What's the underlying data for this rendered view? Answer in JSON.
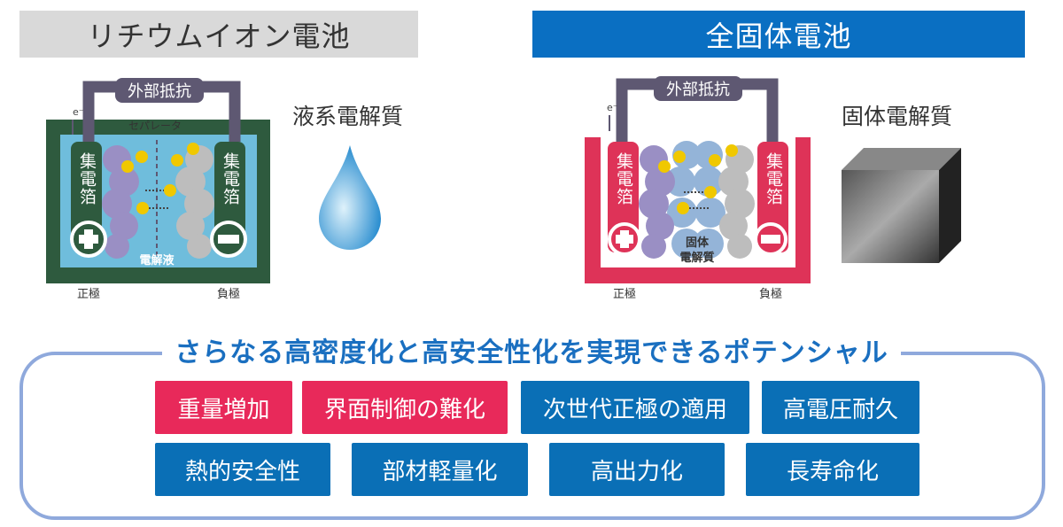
{
  "headers": {
    "lithium_ion": "リチウムイオン電池",
    "all_solid": "全固体電池"
  },
  "left": {
    "external_resistance": "外部抵抗",
    "electron": "e⁻",
    "separator": "セパレータ",
    "collector": "集電箔",
    "electrolyte": "電解液",
    "positive": "正極",
    "negative": "負極",
    "type_label": "液系電解質"
  },
  "right": {
    "external_resistance": "外部抵抗",
    "electron": "e⁻",
    "collector": "集電箔",
    "electrolyte_line1": "固体",
    "electrolyte_line2": "電解質",
    "positive": "正極",
    "negative": "負極",
    "type_label": "固体電解質"
  },
  "potential": {
    "title": "さらなる高密度化と高安全性化を実現できるポテンシャル",
    "challenges": [
      "重量増加",
      "界面制御の難化"
    ],
    "benefits_row1": [
      "次世代正極の適用",
      "高電圧耐久"
    ],
    "benefits_row2": [
      "熱的安全性",
      "部材軽量化",
      "高出力化",
      "長寿命化"
    ]
  },
  "colors": {
    "challenge": "#e8295a",
    "benefit": "#0a6fb6",
    "liquid_case": "#2e5a3e",
    "solid_case": "#de3358",
    "title": "#1a6fc0",
    "frame": "#8fa9dc"
  }
}
